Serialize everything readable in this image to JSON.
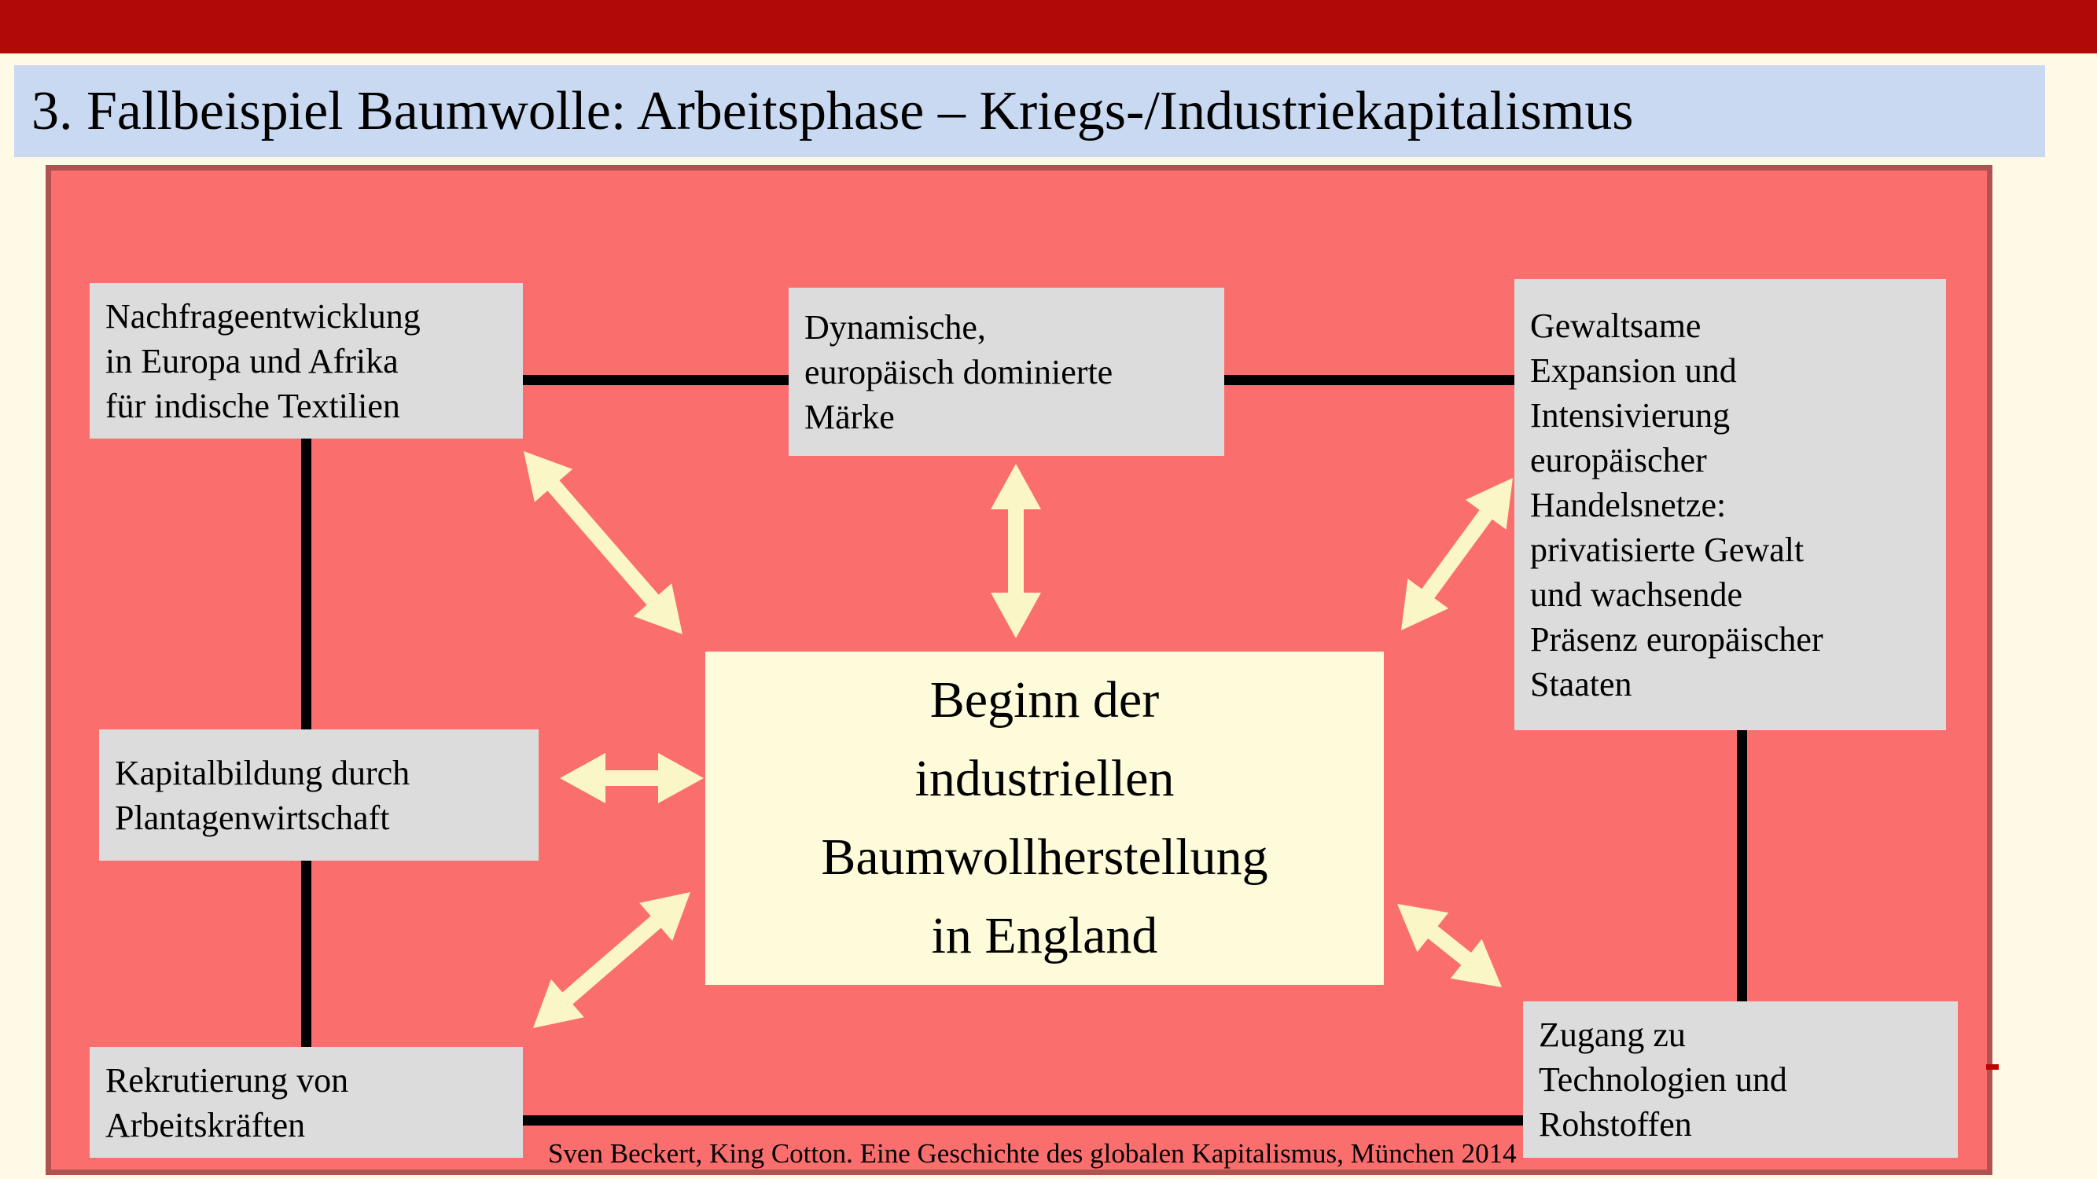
{
  "colors": {
    "top_bar_red": "#b10808",
    "title_bg": "#c9d9f2",
    "background_cream": "#fffae6",
    "panel_red": "#fb6e6e",
    "panel_border": "#b05252",
    "box_gray": "#dcdcdc",
    "center_box_cream": "#fdfbd9",
    "arrow_cream": "#faf6c6",
    "connector_black": "#000000",
    "dash_red": "#c00000"
  },
  "title": {
    "text": "3. Fallbeispiel Baumwolle: Arbeitsphase – Kriegs-/Industriekapitalismus"
  },
  "diagram": {
    "boxes": {
      "demand": {
        "lines": [
          "Nachfrageentwicklung",
          "in Europa und Afrika",
          "für indische Textilien"
        ]
      },
      "markets": {
        "lines": [
          "Dynamische,",
          "europäisch dominierte",
          "Märke"
        ]
      },
      "expansion": {
        "lines": [
          "Gewaltsame",
          "Expansion und",
          "Intensivierung",
          "europäischer",
          "Handelsnetze:",
          "privatisierte Gewalt",
          "und wachsende",
          "Präsenz europäischer",
          "Staaten"
        ]
      },
      "capital": {
        "lines": [
          "Kapitalbildung durch",
          "Plantagenwirtschaft"
        ]
      },
      "recruitment": {
        "lines": [
          "Rekrutierung von",
          "Arbeitskräften"
        ]
      },
      "access": {
        "lines": [
          "Zugang zu",
          "Technologien und",
          "Rohstoffen"
        ]
      },
      "center": {
        "lines": [
          "Beginn der",
          "industriellen",
          "Baumwollherstellung",
          "in England"
        ]
      }
    },
    "citation": "Sven Beckert, King Cotton. Eine Geschichte des globalen Kapitalismus, München 2014"
  }
}
